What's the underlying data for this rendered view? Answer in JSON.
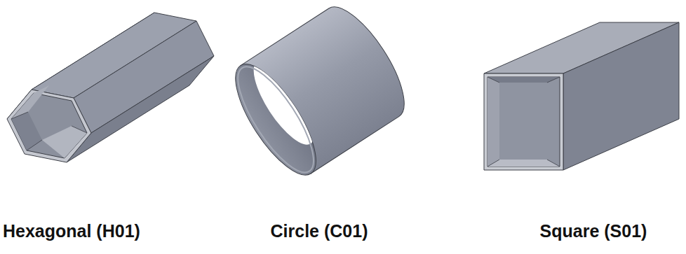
{
  "diagram": {
    "labels": [
      "Hexagonal (H01)",
      "Circle (C01)",
      "Square (S01)"
    ]
  }
}
